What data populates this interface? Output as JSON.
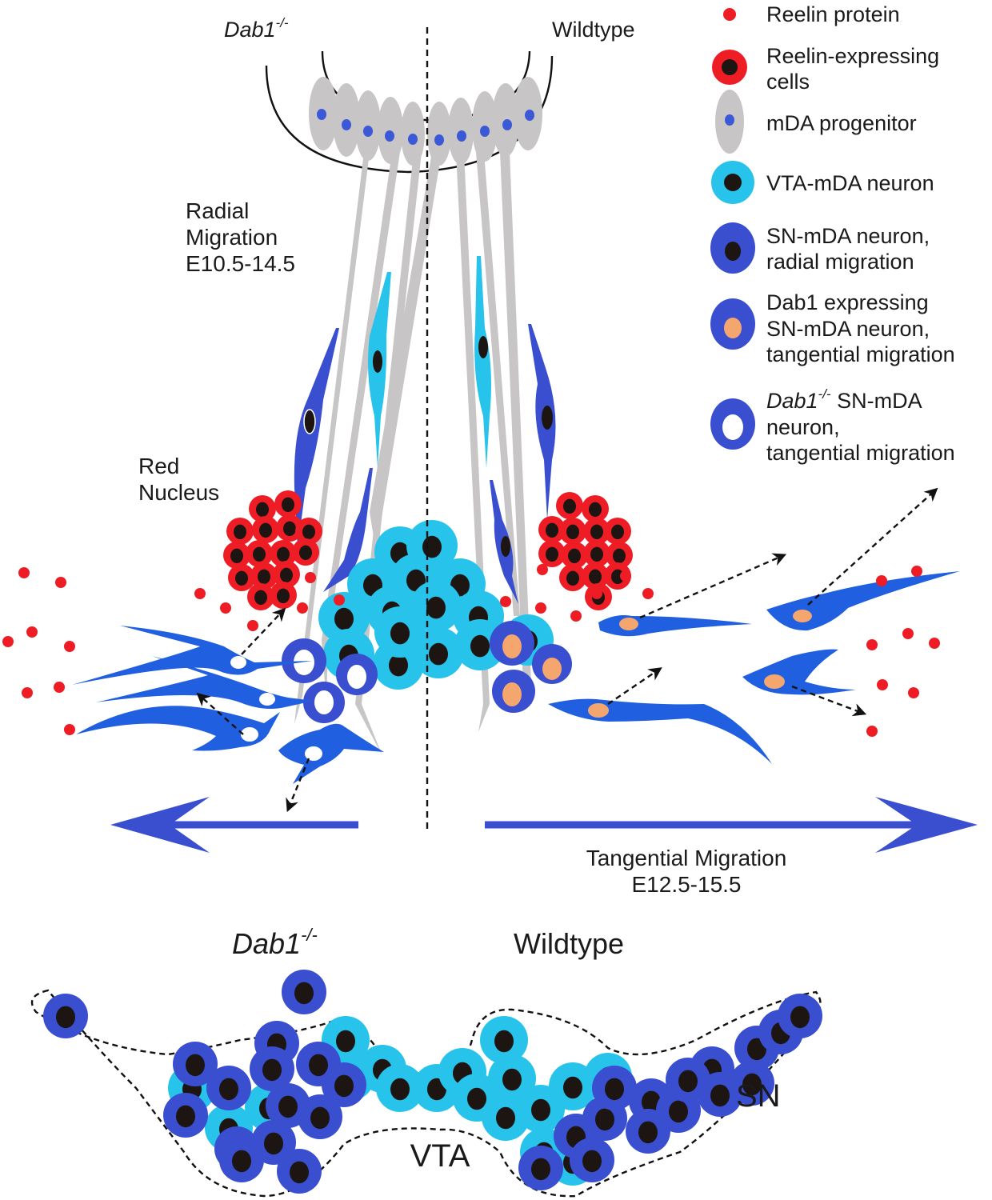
{
  "header": {
    "left_genotype_main": "Dab1",
    "left_genotype_sup": "-/-",
    "right_genotype": "Wildtype"
  },
  "labels": {
    "radial_line1": "Radial",
    "radial_line2": "Migration",
    "radial_line3": "E10.5-14.5",
    "red_nucleus_line1": "Red",
    "red_nucleus_line2": "Nucleus",
    "tangential_line1": "Tangential Migration",
    "tangential_line2": "E12.5-15.5"
  },
  "bottom": {
    "left_genotype_main": "Dab1",
    "left_genotype_sup": "-/-",
    "right_genotype": "Wildtype",
    "region_vta": "VTA",
    "region_sn": "SN"
  },
  "legend": {
    "reelin_protein": "Reelin protein",
    "reelin_cells_1": "Reelin-expressing",
    "reelin_cells_2": "cells",
    "progenitor": "mDA progenitor",
    "vta_neuron": "VTA-mDA neuron",
    "sn_radial_1": "SN-mDA neuron,",
    "sn_radial_2": "radial migration",
    "dab1_1": "Dab1 expressing",
    "dab1_2": "SN-mDA neuron,",
    "dab1_3": "tangential migration",
    "mut_1_main": "Dab1",
    "mut_1_sup": "-/-",
    "mut_1_rest": " SN-mDA",
    "mut_2": "neuron,",
    "mut_3": "tangential migration"
  },
  "colors": {
    "reelin": "#ee1c25",
    "progenitor": "#c7c5c5",
    "progenitor_nucleus": "#3b58d6",
    "vta": "#27c3ea",
    "sn": "#3a4ed0",
    "dab1_nucleus": "#f5a66f",
    "tangential_neuron": "#1f5fe0",
    "nucleus": "#1c1512",
    "arrow": "#3a4ed0"
  }
}
